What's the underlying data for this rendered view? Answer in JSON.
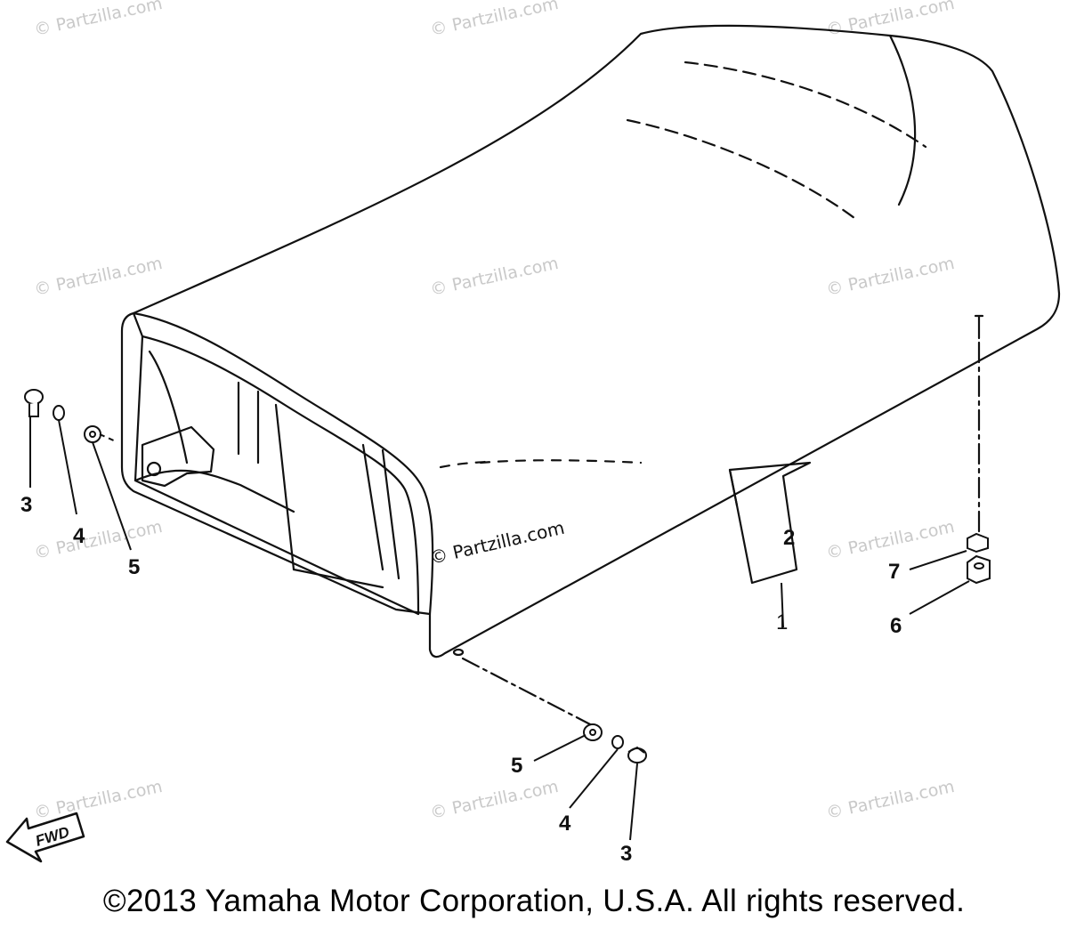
{
  "watermark_text": "© Partzilla.com",
  "center_watermark": "© Partzilla.com",
  "fwd_label": "FWD",
  "copyright": "©2013 Yamaha Motor Corporation, U.S.A. All rights reserved.",
  "callouts": {
    "c1": "1",
    "c2": "2",
    "c3_left": "3",
    "c4_left": "4",
    "c5_left": "5",
    "c5_bottom": "5",
    "c4_bottom": "4",
    "c3_bottom": "3",
    "c6": "6",
    "c7": "7"
  }
}
